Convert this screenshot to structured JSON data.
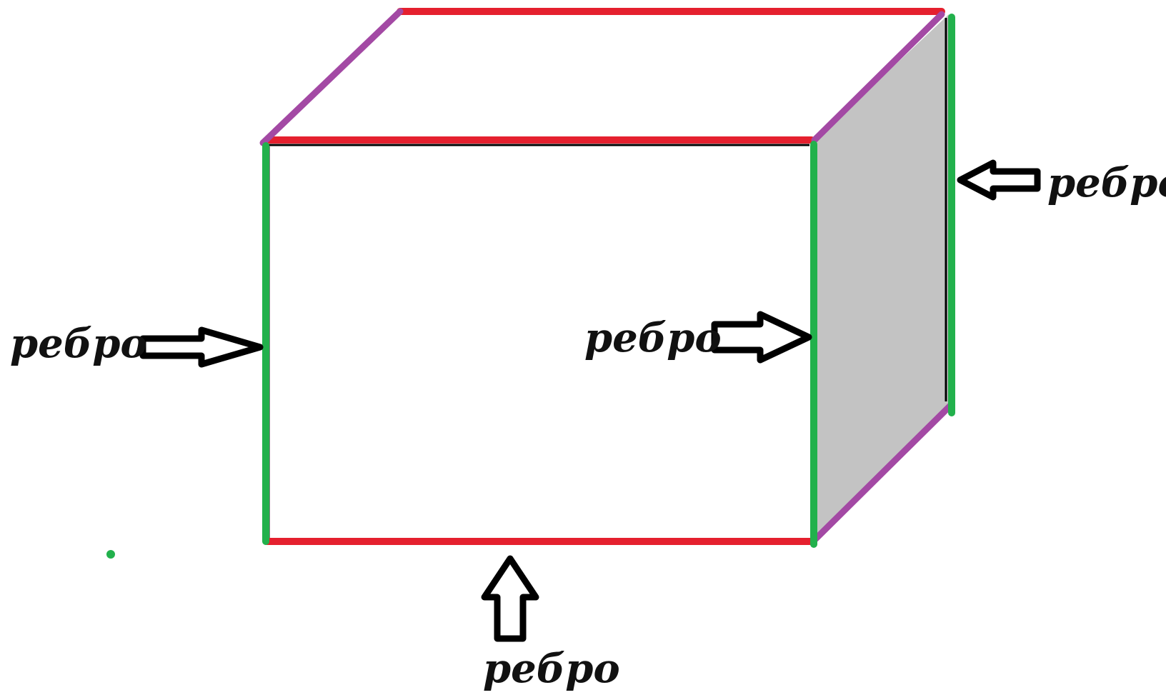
{
  "labels": {
    "left_edge": "ребро",
    "front_right_edge": "ребро",
    "back_right_edge": "ребро",
    "bottom_edge": "ребро"
  },
  "colors": {
    "horizontal_edges": "#e5202e",
    "vertical_edges": "#22b14c",
    "depth_edges": "#a349a4",
    "side_face": "#c3c3c3",
    "outline": "#000000",
    "arrow_fill": "#ffffff",
    "text": "#111111",
    "background": "#ffffff"
  },
  "figure": {
    "shape": "rectangular box (parallelepiped)",
    "shaded_face": "right side face",
    "arrow_icons": [
      "arrow-right-icon",
      "arrow-right-icon",
      "arrow-left-icon",
      "arrow-up-icon"
    ]
  }
}
